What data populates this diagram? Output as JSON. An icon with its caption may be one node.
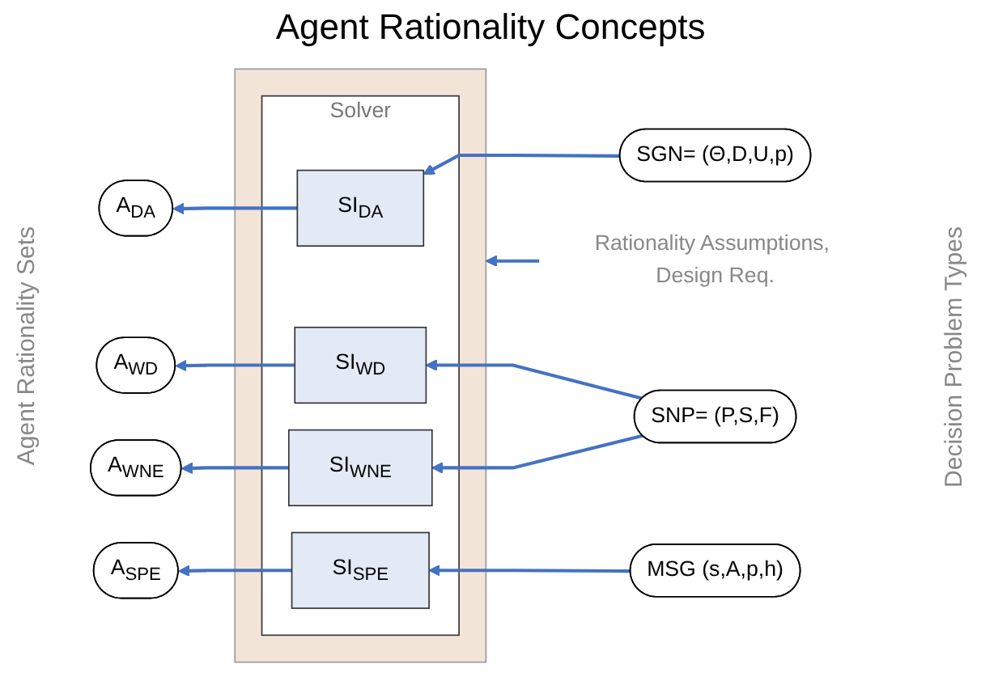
{
  "diagram": {
    "title": "Agent Rationality Concepts",
    "nodes": [
      {
        "text": [],
        "shape": "box"
      },
      {
        "text": [
          "Solver"
        ],
        "in": 0
      },
      {
        "text": [
          "SI$_{DA}$"
        ],
        "in": 1
      },
      {
        "text": [
          "SI$_{WD}$"
        ],
        "in": 1
      },
      {
        "text": [
          "SI$_{WNE}$"
        ],
        "in": 1
      },
      {
        "text": [
          "SI$_{SPE}$"
        ],
        "in": 1
      },
      {
        "text": [
          "A$_{DA}$"
        ]
      },
      {
        "text": [
          "A$_{WD}$"
        ]
      },
      {
        "text": [
          "A$_{WNE}$"
        ]
      },
      {
        "text": [
          "A$_{SPE}$"
        ]
      },
      {
        "text": [
          "SGN= (Θ,D,U,p)"
        ]
      },
      {
        "text": [
          "SNP= (P,S,F)"
        ]
      },
      {
        "text": [
          "MSG (s,A,p,h)"
        ]
      },
      {
        "text": [
          "Rationality Assumptions, Design Req."
        ]
      }
    ],
    "edges": [
      {
        "from": 13,
        "to": 0,
        "arrow": "to"
      },
      {
        "from": 2,
        "to": 6,
        "arrow": "to"
      },
      {
        "from": 3,
        "to": 7,
        "arrow": "to"
      },
      {
        "from": 4,
        "to": 8,
        "arrow": "to"
      },
      {
        "from": 5,
        "to": 9,
        "arrow": "to"
      },
      {
        "from": 10,
        "to": 2,
        "arrow": "to"
      },
      {
        "from": 11,
        "to": 3,
        "arrow": "to"
      },
      {
        "from": 11,
        "to": 4,
        "arrow": "to"
      },
      {
        "from": 12,
        "to": 5,
        "arrow": "to"
      }
    ],
    "labels": [
      "Agent Rationality Sets",
      "Decision Problem Types"
    ]
  }
}
